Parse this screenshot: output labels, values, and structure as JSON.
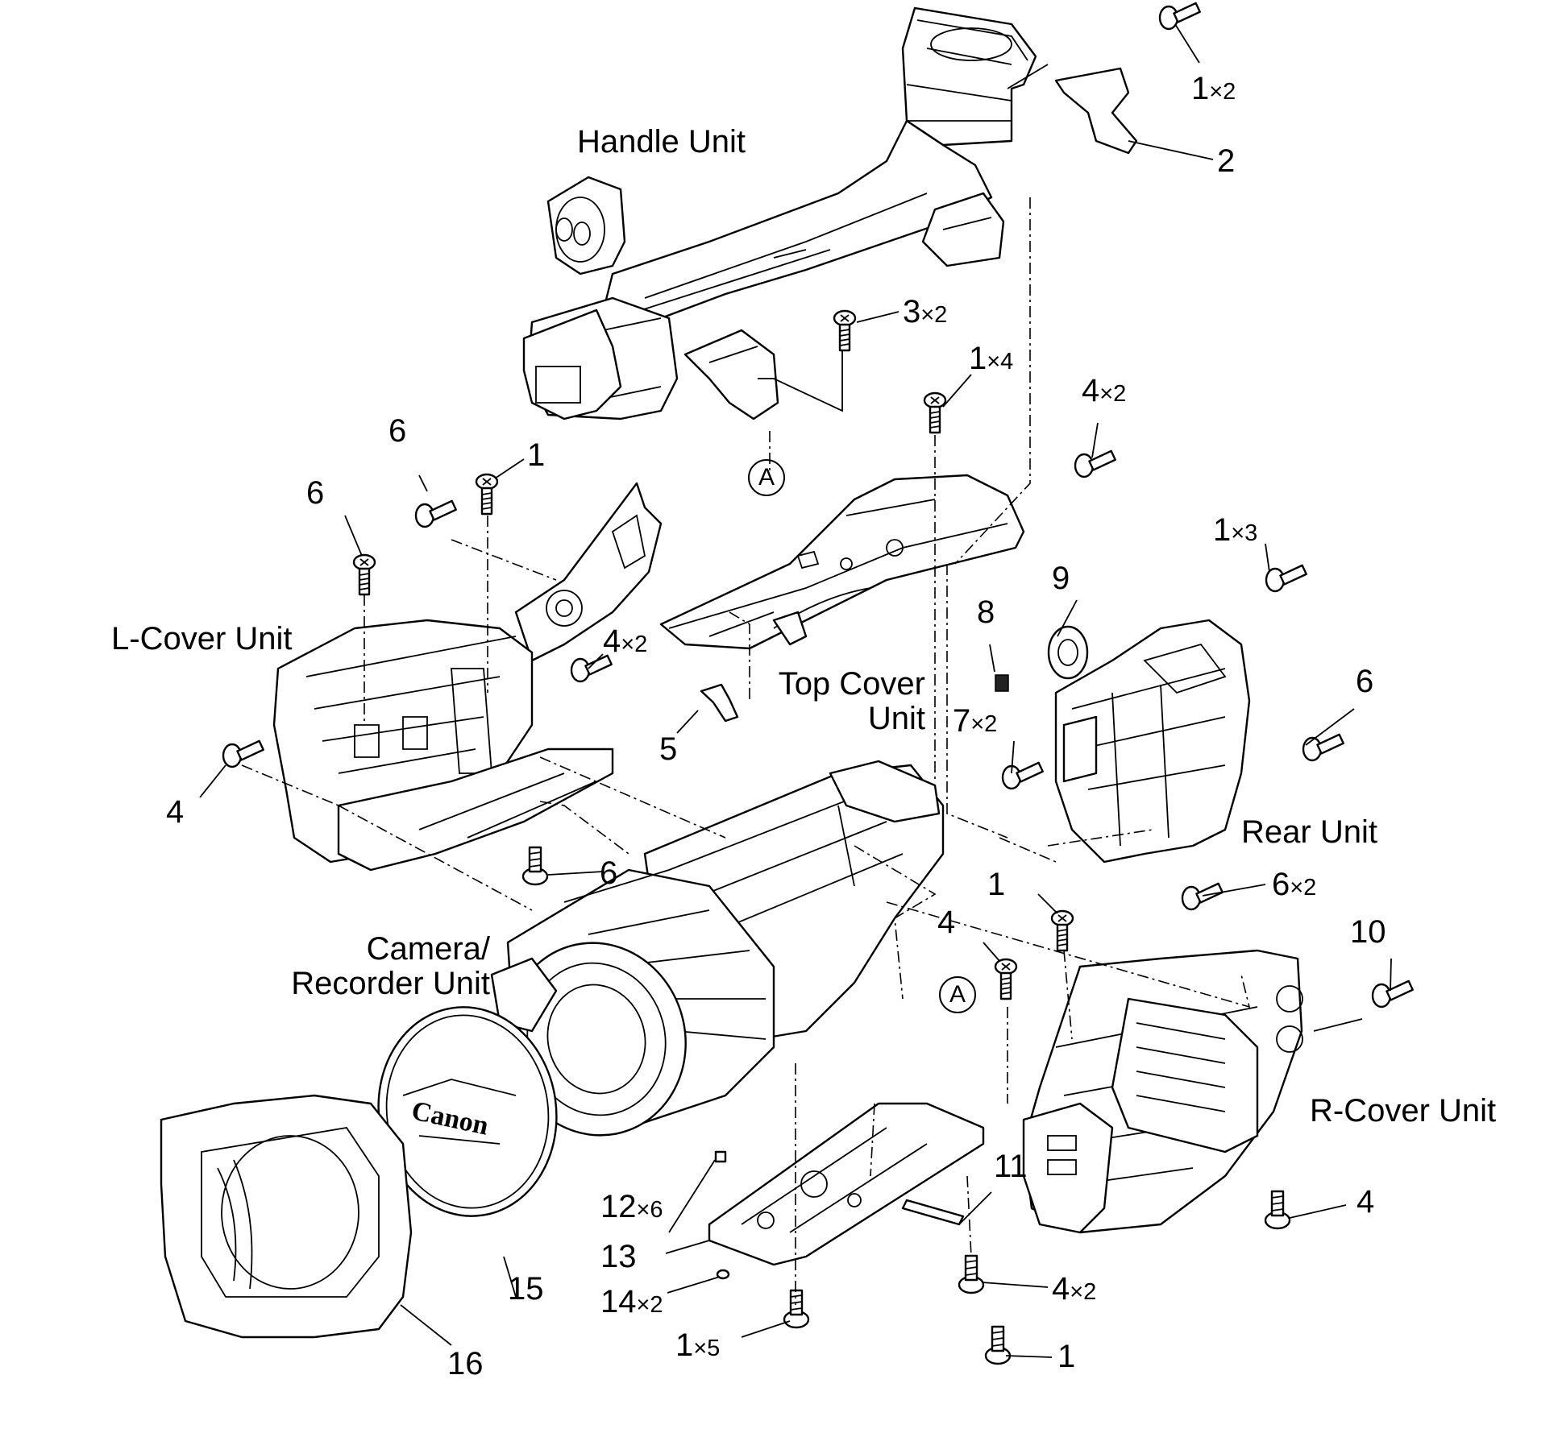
{
  "units": {
    "handle": "Handle Unit",
    "l_cover": "L-Cover Unit",
    "top_cover_1": "Top Cover",
    "top_cover_2": "Unit",
    "rear": "Rear Unit",
    "camera_1": "Camera/",
    "camera_2": "Recorder Unit",
    "r_cover": "R-Cover Unit"
  },
  "reference_mark": "A",
  "logo": "Canon",
  "callouts": [
    {
      "num": "1",
      "qty": "×2"
    },
    {
      "num": "2",
      "qty": ""
    },
    {
      "num": "3",
      "qty": "×2"
    },
    {
      "num": "1",
      "qty": "×4"
    },
    {
      "num": "4",
      "qty": "×2"
    },
    {
      "num": "6",
      "qty": ""
    },
    {
      "num": "1",
      "qty": ""
    },
    {
      "num": "6",
      "qty": ""
    },
    {
      "num": "1",
      "qty": "×3"
    },
    {
      "num": "4",
      "qty": "×2"
    },
    {
      "num": "9",
      "qty": ""
    },
    {
      "num": "8",
      "qty": ""
    },
    {
      "num": "6",
      "qty": ""
    },
    {
      "num": "4",
      "qty": ""
    },
    {
      "num": "5",
      "qty": ""
    },
    {
      "num": "7",
      "qty": "×2"
    },
    {
      "num": "6",
      "qty": ""
    },
    {
      "num": "6",
      "qty": "×2"
    },
    {
      "num": "1",
      "qty": ""
    },
    {
      "num": "4",
      "qty": ""
    },
    {
      "num": "10",
      "qty": ""
    },
    {
      "num": "11",
      "qty": ""
    },
    {
      "num": "12",
      "qty": "×6"
    },
    {
      "num": "13",
      "qty": ""
    },
    {
      "num": "14",
      "qty": "×2"
    },
    {
      "num": "15",
      "qty": ""
    },
    {
      "num": "16",
      "qty": ""
    },
    {
      "num": "1",
      "qty": "×5"
    },
    {
      "num": "4",
      "qty": "×2"
    },
    {
      "num": "4",
      "qty": ""
    },
    {
      "num": "1",
      "qty": ""
    }
  ]
}
